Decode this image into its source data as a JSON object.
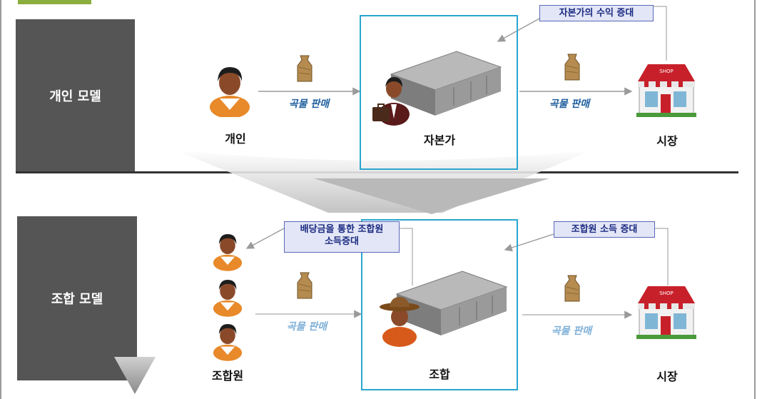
{
  "models": {
    "individual": "개인 모델",
    "cooperative": "조합 모델"
  },
  "top": {
    "person_label": "개인",
    "capitalist_label": "자본가",
    "market_label": "시장",
    "flow_left": "곡물 판매",
    "flow_right": "곡물 판매",
    "note": "자본가의 수익 증대"
  },
  "bottom": {
    "members_label": "조합원",
    "coop_label": "조합",
    "market_label": "시장",
    "flow_left": "곡물 판매",
    "flow_right": "곡물 판매",
    "note_left_line1": "배당금을 통한 조합원",
    "note_left_line2": "소득증대",
    "note_right": "조합원 소득 증대"
  },
  "icons": {
    "shop_sign": "SHOP"
  },
  "colors": {
    "model_box": "#555555",
    "highlight": "#2aa6cf",
    "flow_dark": "#1f5f9e",
    "flow_light": "#7fb0d8",
    "note_bg": "#e3e6f7",
    "note_border": "#5a67b8",
    "accent": "#8cae3f"
  }
}
